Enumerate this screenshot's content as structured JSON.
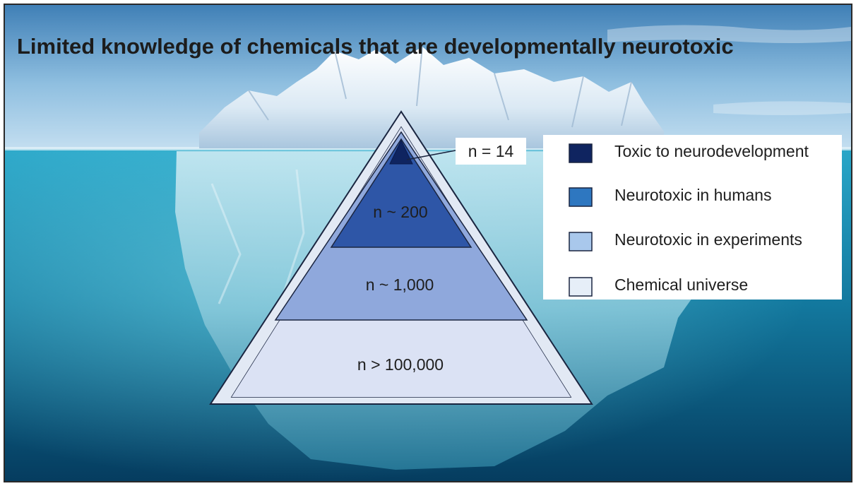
{
  "title": "Limited knowledge of chemicals that are developmentally neurotoxic",
  "chart_data": {
    "type": "pyramid",
    "tiers": [
      {
        "name": "Chemical universe",
        "label": "n > 100,000",
        "color": "#dbe2f4"
      },
      {
        "name": "Neurotoxic in experiments",
        "label": "n ~ 1,000",
        "color": "#8fa8dc"
      },
      {
        "name": "Neurotoxic in humans",
        "label": "n ~ 200",
        "color": "#2e56a7"
      },
      {
        "name": "Toxic to neurodevelopment",
        "label": "n = 14",
        "color": "#0f2460"
      }
    ]
  },
  "legend": {
    "items": [
      {
        "label": "Toxic to neurodevelopment",
        "color": "#0f2460"
      },
      {
        "label": "Neurotoxic in humans",
        "color": "#2e77c0"
      },
      {
        "label": "Neurotoxic in experiments",
        "color": "#a9c8ec"
      },
      {
        "label": "Chemical universe",
        "color": "#e6eef8"
      }
    ]
  },
  "colors": {
    "sky_top": "#3f7fb6",
    "sky_bottom": "#b9d9ee",
    "sea_top": "#2aa7c9",
    "sea_bottom": "#063f62",
    "outline": "#1a2540"
  }
}
